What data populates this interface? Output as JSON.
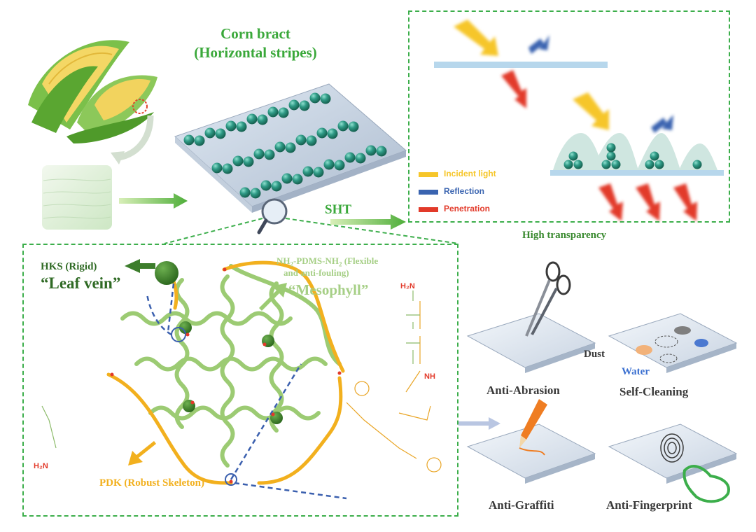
{
  "header": {
    "title_line1": "Corn bract",
    "title_line2": "(Horizontal stripes)"
  },
  "transparency_panel": {
    "legend": [
      {
        "label": "Incident light",
        "color": "#f6c62a"
      },
      {
        "label": "Reflection",
        "color": "#3a64b0"
      },
      {
        "label": "Penetration",
        "color": "#e23a2a"
      }
    ],
    "caption": "High transparency"
  },
  "sht_label": "SHT",
  "molecular_panel": {
    "hks_label": "HKS (Rigid)",
    "leaf_vein": "“Leaf vein”",
    "pdms_label_prefix": "NH",
    "pdms_label_mid": "-PDMS-NH",
    "pdms_label_suffix": " (Flexible",
    "pdms_label_line2": "and anti-fouling)",
    "mesophyll": "“Mesophyll”",
    "pdk_label": "PDK (Robust Skeleton)",
    "nh_label": "NH",
    "h2n_label": "H₂N"
  },
  "properties": [
    {
      "label": "Anti-Abrasion"
    },
    {
      "label": "Self-Cleaning"
    },
    {
      "label": "Anti-Graffiti"
    },
    {
      "label": "Anti-Fingerprint"
    }
  ],
  "self_cleaning": {
    "dust": "Dust",
    "water": "Water"
  },
  "colors": {
    "panel_border": "#3cae4b",
    "sphere": "#2f9a86",
    "leaf_dark": "#3d7d2c",
    "mesophyll_green": "#9ccb73",
    "skeleton_orange": "#f2b01e",
    "link_blue": "#3a5fae"
  }
}
